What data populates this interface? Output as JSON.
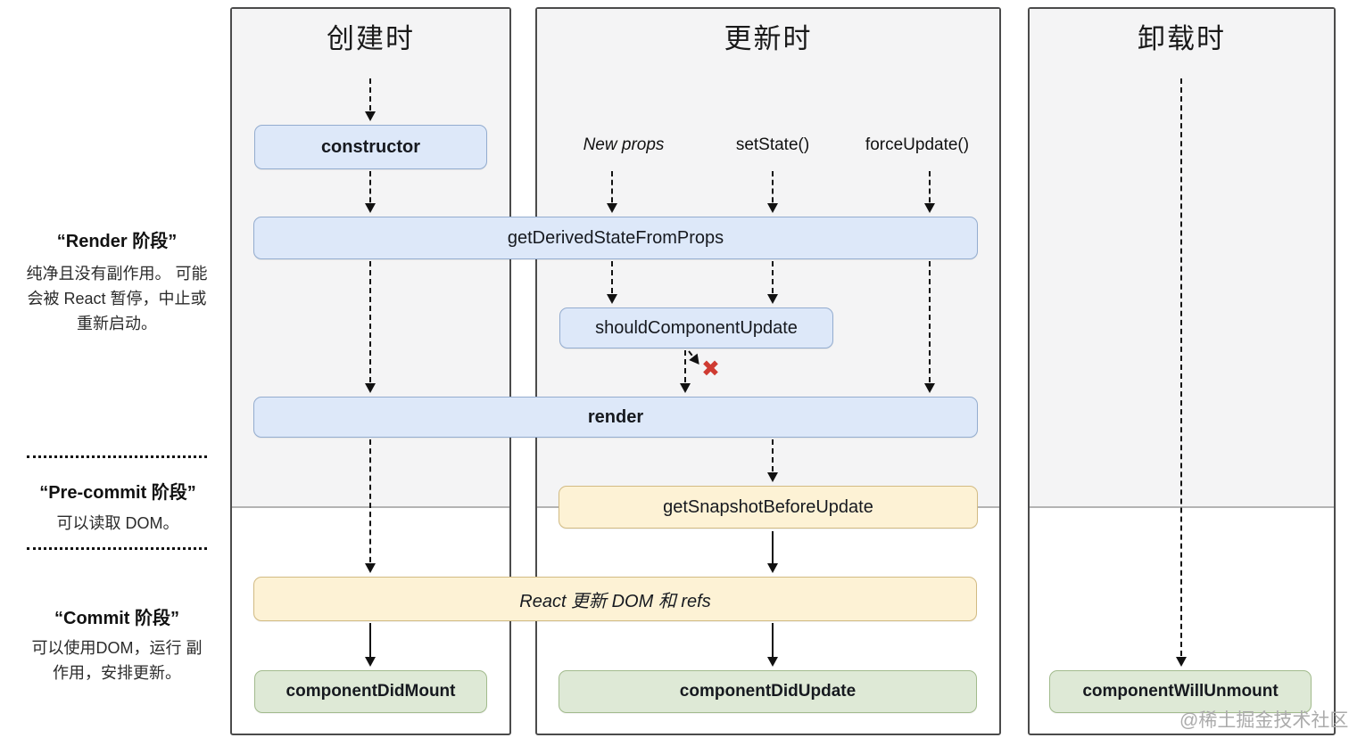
{
  "diagram": {
    "columns": [
      {
        "title": "创建时"
      },
      {
        "title": "更新时"
      },
      {
        "title": "卸载时"
      }
    ],
    "phases": {
      "render": {
        "title": "“Render 阶段”",
        "body": "纯净且没有副作用。 可能会被 React 暂停，中止或重新启动。"
      },
      "pre_commit": {
        "title": "“Pre-commit 阶段”",
        "body": "可以读取 DOM。"
      },
      "commit": {
        "title": "“Commit 阶段”",
        "body": "可以使用DOM，运行 副作用，安排更新。"
      }
    },
    "triggers": [
      {
        "label": "New props"
      },
      {
        "label": "setState()"
      },
      {
        "label": "forceUpdate()"
      }
    ],
    "boxes": {
      "constructor": "constructor",
      "get_derived_state_from_props": "getDerivedStateFromProps",
      "should_component_update": "shouldComponentUpdate",
      "render": "render",
      "get_snapshot_before_update": "getSnapshotBeforeUpdate",
      "react_updates_dom": "React 更新 DOM 和 refs",
      "component_did_mount": "componentDidMount",
      "component_did_update": "componentDidUpdate",
      "component_will_unmount": "componentWillUnmount"
    },
    "icons": {
      "cancel_update": "✖"
    },
    "watermark": "@稀土掘金技术社区",
    "colors": {
      "lifecycle_box": "#dde8f9",
      "lifecycle_box_border": "#93accf",
      "side_effect_box": "#fdf2d5",
      "side_effect_box_border": "#d2bb83",
      "commit_box": "#dee9d6",
      "commit_box_border": "#a2bb8d",
      "panel_top_bg": "#f4f4f5",
      "cancel_red": "#cf3b32"
    }
  }
}
